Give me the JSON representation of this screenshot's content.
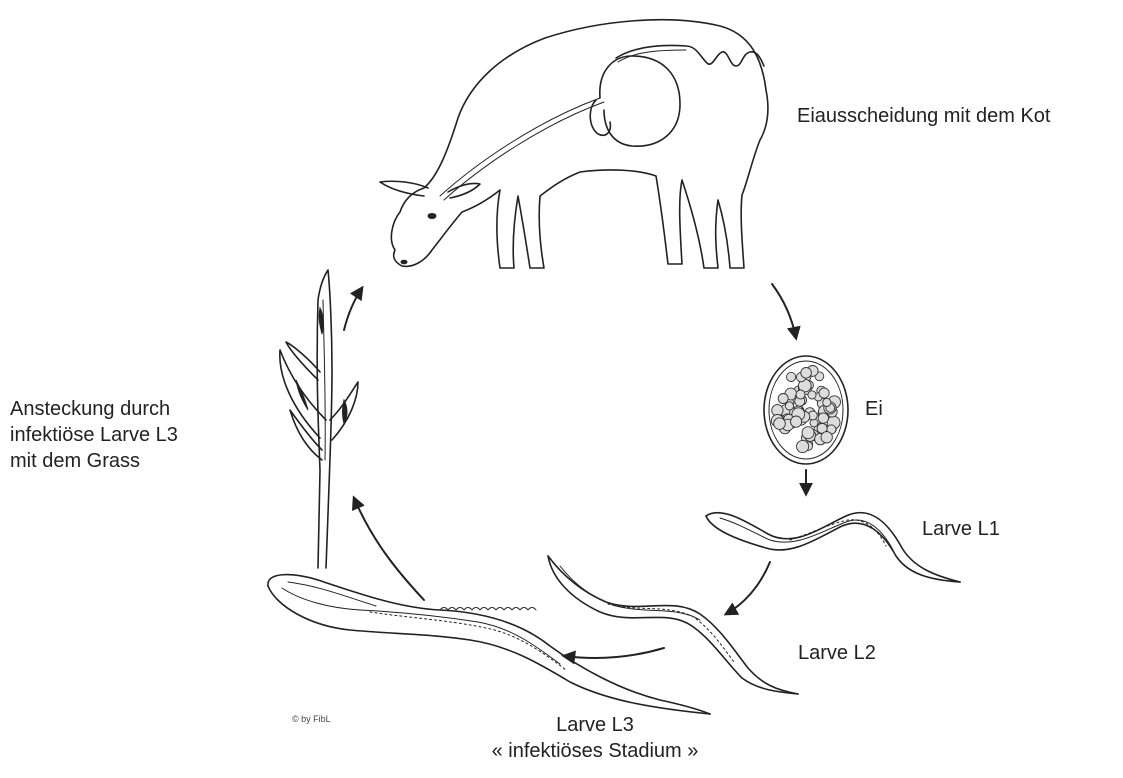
{
  "labels": {
    "egg_excretion": "Eiausscheidung mit dem Kot",
    "egg": "Ei",
    "larva_l1": "Larve L1",
    "larva_l2": "Larve L2",
    "larva_l3": "Larve L3",
    "larva_l3_sub": "« infektiöses Stadium »",
    "infection_line1": "Ansteckung durch",
    "infection_line2": "infektiöse Larve L3",
    "infection_line3": "mit dem Grass"
  },
  "credit": "© by FibL"
}
